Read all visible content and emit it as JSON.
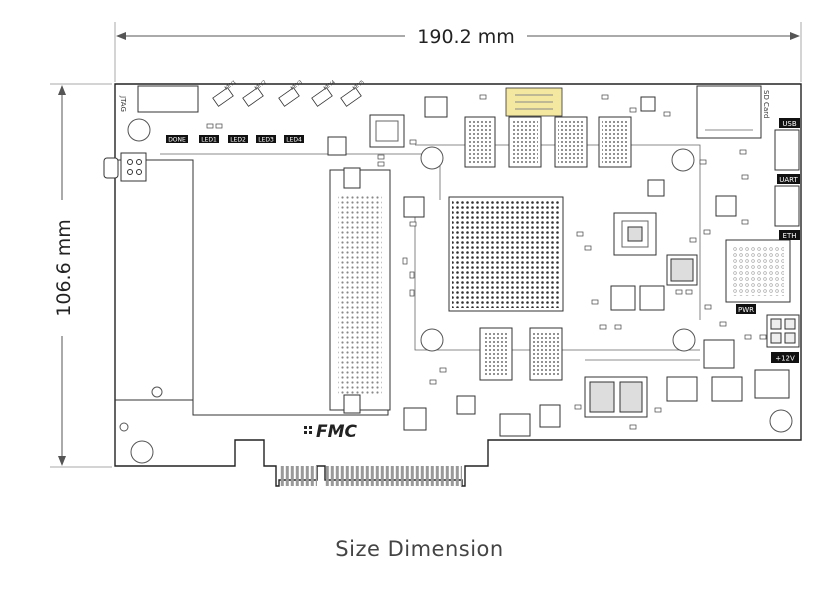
{
  "dimensions": {
    "width_label": "190.2 mm",
    "height_label": "106.6 mm"
  },
  "board_labels": {
    "jtag": "JTAG",
    "sd_card": "SD Card",
    "usb": "USB",
    "uart": "UART",
    "eth": "ETH",
    "pwr": "PWR",
    "power_in": "+12V",
    "fmc_logo": "FMC",
    "leds": [
      "DONE",
      "LED1",
      "LED2",
      "LED3",
      "LED4"
    ],
    "keys": [
      "KEY1",
      "KEY2",
      "KEY3",
      "KEY4",
      "KEY5"
    ]
  },
  "caption": "Size Dimension"
}
